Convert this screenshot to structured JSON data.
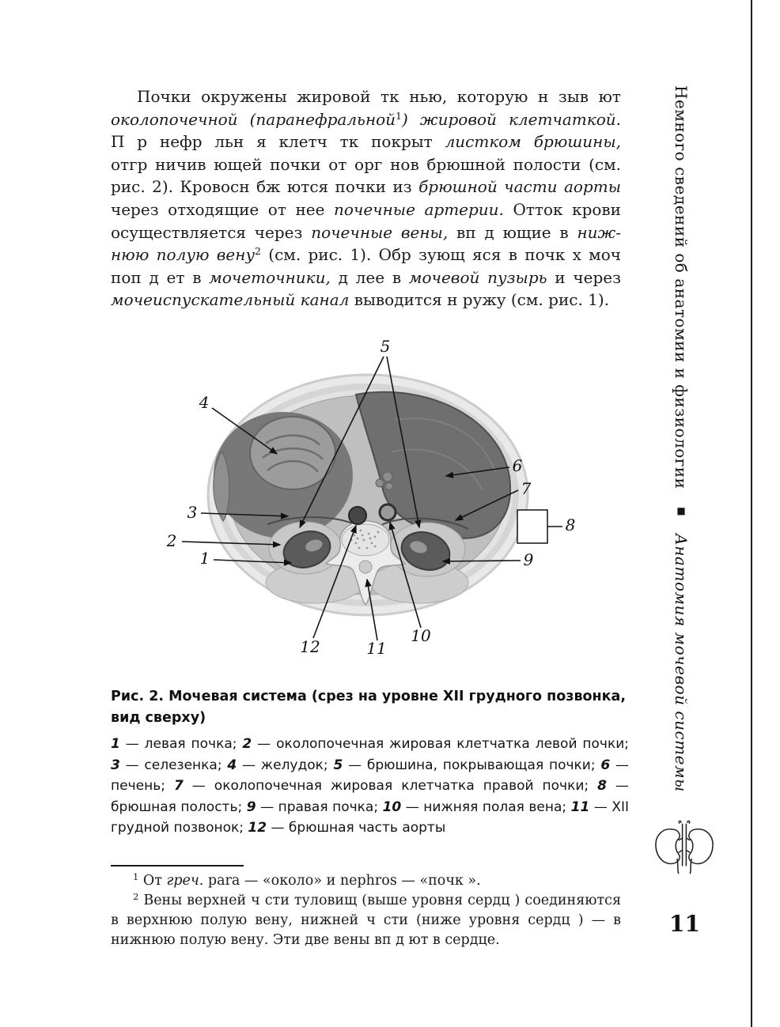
{
  "page": {
    "number": "11"
  },
  "sidebar": {
    "title": "Немного сведений об анатомии и физиологии",
    "separator": "■",
    "subtitle": "Анатомия мочевой системы"
  },
  "paragraph": {
    "lines": [
      {
        "s": [
          {
            "t": "Почки окружены жировой тк нью, которую н зыв ют"
          }
        ]
      },
      {
        "s": [
          {
            "t": "околопочечной (паранефральной"
          },
          {
            "t": "1"
          },
          {
            "t": ") жировой клетчаткой."
          }
        ]
      },
      {
        "s": [
          {
            "t": "П р нефр льн я клетч тк  покрыт  "
          },
          {
            "t": "листком брюшины,"
          }
        ]
      },
      {
        "s": [
          {
            "t": "отгр ничив ющей почки от орг нов брюшной полости (см."
          }
        ]
      },
      {
        "s": [
          {
            "t": "рис. 2). Кровосн бж ются почки из "
          },
          {
            "t": "брюшной части аорты"
          }
        ]
      },
      {
        "s": [
          {
            "t": "через отходящие от нее "
          },
          {
            "t": "почечные артерии."
          },
          {
            "t": " Отток крови"
          }
        ]
      },
      {
        "s": [
          {
            "t": "осуществляется через "
          },
          {
            "t": "почечные вены,"
          },
          {
            "t": " вп д ющие в "
          },
          {
            "t": "ниж-"
          }
        ]
      },
      {
        "s": [
          {
            "t": "нюю полую вену"
          },
          {
            "t": "2"
          },
          {
            "t": " (см. рис. 1). Обр зующ яся в почк х моч"
          }
        ]
      },
      {
        "s": [
          {
            "t": "поп д ет в "
          },
          {
            "t": "мочеточники,"
          },
          {
            "t": " д лее в "
          },
          {
            "t": "мочевой пузырь"
          },
          {
            "t": " и через"
          }
        ]
      },
      {
        "s": [
          {
            "t": "мочеиспускательный канал"
          },
          {
            "t": " выводится н ружу (см. рис. 1)."
          }
        ]
      }
    ]
  },
  "figure": {
    "labels": [
      "5",
      "4",
      "3",
      "2",
      "1",
      "6",
      "7",
      "8",
      "9",
      "10",
      "11",
      "12"
    ]
  },
  "caption": {
    "text": "Рис. 2. Мочевая система (срез на уровне XII грудного позвонка, вид сверху)"
  },
  "legend": {
    "items": [
      {
        "num": "1",
        "text": " — левая почка; "
      },
      {
        "num": "2",
        "text": " — околопочечная жировая клетчатка левой почки; "
      },
      {
        "num": "3",
        "text": " — селезенка; "
      },
      {
        "num": "4",
        "text": " — желудок; "
      },
      {
        "num": "5",
        "text": " — брюшина, покрывающая почки; "
      },
      {
        "num": "6",
        "text": " — печень; "
      },
      {
        "num": "7",
        "text": " — околопочечная жировая клетчатка правой почки; "
      },
      {
        "num": "8",
        "text": " — брюшная полость; "
      },
      {
        "num": "9",
        "text": " — правая почка; "
      },
      {
        "num": "10",
        "text": " — нижняя полая вена; "
      },
      {
        "num": "11",
        "text": " — XII грудной позвонок; "
      },
      {
        "num": "12",
        "text": " — брюшная часть аорты"
      }
    ]
  },
  "footnotes": {
    "fn1": {
      "sup": "1",
      "segments": [
        {
          "t": " От "
        },
        {
          "t": "греч."
        },
        {
          "t": " para — «около» и nephros — «почк »."
        }
      ]
    },
    "fn2": {
      "sup": "2",
      "text": " Вены верхней ч сти туловищ  (выше уровня сердц ) соединяются в верхнюю полую вену,  нижней ч сти (ниже уровня сердц ) — в нижнюю полую вену. Эти две вены вп д ют в сердце."
    }
  }
}
